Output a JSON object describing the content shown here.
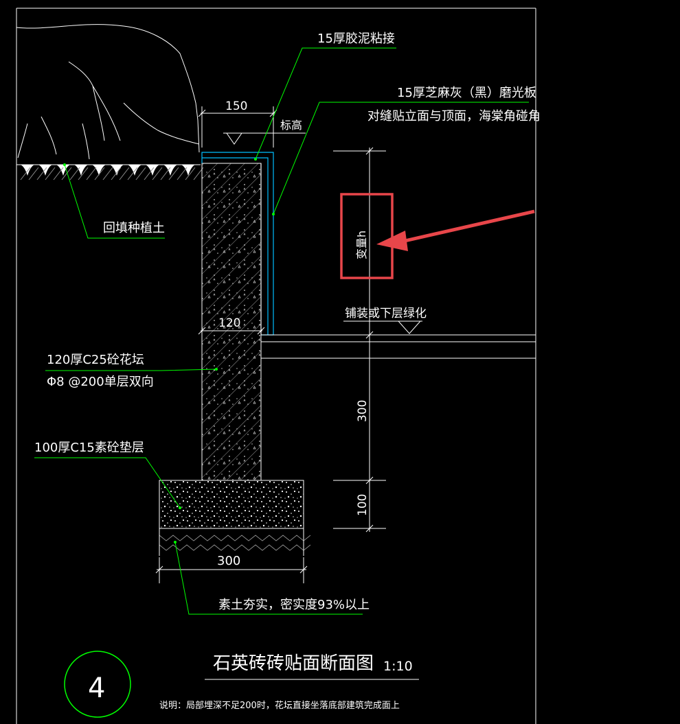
{
  "labels": {
    "glue": "15厚胶泥粘接",
    "stone_line1": "15厚芝麻灰（黑）磨光板",
    "stone_line2": "对缝贴立面与顶面，海棠角碰角",
    "elevation": "标高",
    "backfill": "回填种植土",
    "variable_h": "变量h",
    "paving": "铺装或下层绿化",
    "wall_line1": "120厚C25砼花坛",
    "wall_line2": "Φ8 @200单层双向",
    "bedding": "100厚C15素砼垫层",
    "soil": "素土夯实，密实度93%以上"
  },
  "dimensions": {
    "top_width": "150",
    "wall_width": "120",
    "depth": "300",
    "bedding_thickness": "100",
    "footing_width": "300"
  },
  "title": {
    "main": "石英砖砖贴面断面图",
    "scale": "1:10",
    "number": "4",
    "note": "说明：局部埋深不足200时，花坛直接坐落底部建筑完成面上"
  },
  "colors": {
    "background": "#000000",
    "leader": "#00ff00",
    "linework": "#ffffff",
    "cladding": "#00bfff",
    "highlight": "#e8464a"
  }
}
